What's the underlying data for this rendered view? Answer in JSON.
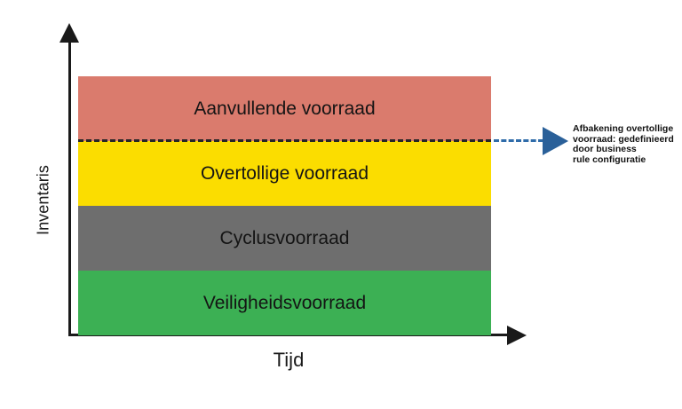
{
  "chart_data": {
    "type": "bar",
    "title": "",
    "xlabel": "Tijd",
    "ylabel": "Inventaris",
    "categories": [
      "Veiligheidsvoorraad",
      "Cyclusvoorraad",
      "Overtollige voorraad",
      "Aanvullende voorraad"
    ],
    "values": [
      1,
      1,
      1,
      1
    ],
    "series": [
      {
        "name": "Veiligheidsvoorraad",
        "value": 1,
        "color": "#3cb054",
        "order_from_bottom": 1
      },
      {
        "name": "Cyclusvoorraad",
        "value": 1,
        "color": "#6e6e6e",
        "order_from_bottom": 2
      },
      {
        "name": "Overtollige voorraad",
        "value": 1,
        "color": "#fbdd00",
        "order_from_bottom": 3
      },
      {
        "name": "Aanvullende voorraad",
        "value": 1,
        "color": "#da7b6d",
        "order_from_bottom": 4
      }
    ],
    "annotations": [
      {
        "name": "threshold-line",
        "style": "dashed",
        "position": "between Overtollige voorraad and Aanvullende voorraad",
        "label": "Afbakening overtollige voorraad: gedefinieerd door business rule configuratie"
      }
    ],
    "grid": false,
    "legend": "none"
  },
  "axes": {
    "y_label": "Inventaris",
    "x_label": "Tijd",
    "axis_color": "#1a1a1a"
  },
  "bands": [
    {
      "id": "replenishment",
      "label": "Aanvullende voorraad",
      "color": "#da7b6d"
    },
    {
      "id": "excess",
      "label": "Overtollige voorraad",
      "color": "#fbdd00"
    },
    {
      "id": "cycle",
      "label": "Cyclusvoorraad",
      "color": "#6e6e6e"
    },
    {
      "id": "safety",
      "label": "Veiligheidsvoorraad",
      "color": "#3cb054"
    }
  ],
  "callout": {
    "line1": "Afbakening overtollige",
    "line2": "voorraad: gedefinieerd",
    "line3": "door business",
    "line4": "rule configuratie",
    "arrow_color": "#2a6099",
    "line_color": "#2f6caa"
  }
}
